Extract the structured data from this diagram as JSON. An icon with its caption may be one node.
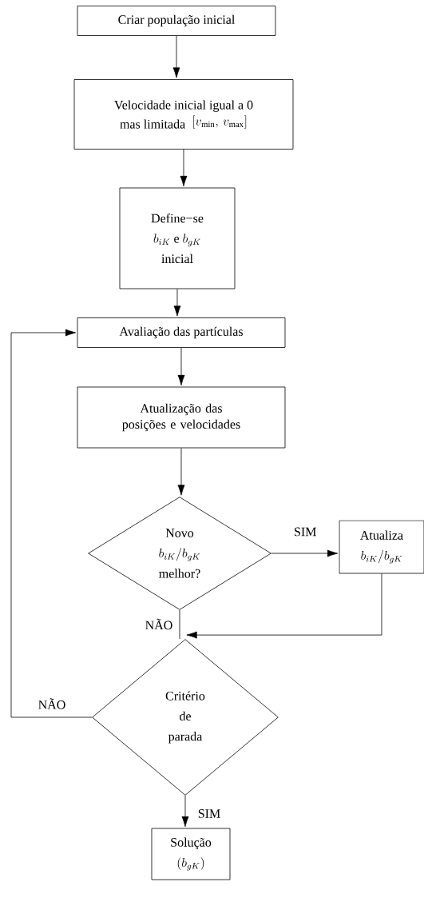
{
  "diagram": {
    "nodes": [
      {
        "text": [
          "Criar população inicial"
        ]
      },
      {
        "text": [
          "Velocidade inicial igual a 0",
          "mas limitada",
          "[v_{\\min},\\, v_{\\max}]"
        ]
      },
      {
        "text": [
          "Define−se",
          "b_{iK}\\ \\mathrm{e}\\ b_{gK}",
          "inicial"
        ]
      },
      {
        "text": [
          "Avaliação das partículas"
        ]
      },
      {
        "text": [
          "Atualização das posições e velocidades"
        ]
      },
      {
        "text": [
          "Novo",
          "b_{iK}/b_{gK}",
          "melhor?"
        ]
      },
      {
        "text": [
          "Atualiza",
          "b_{iK}/b_{gK}"
        ]
      },
      {
        "text": [
          "Critério",
          "de",
          "parada"
        ]
      },
      {
        "text": [
          "Solução",
          "(b_{gK})"
        ]
      }
    ],
    "edges": [
      {
        "from": 0,
        "to": 1,
        "arrow": "to"
      },
      {
        "from": 1,
        "to": 2,
        "arrow": "to"
      },
      {
        "from": 2,
        "to": 3,
        "arrow": "to"
      },
      {
        "from": 3,
        "to": 4,
        "arrow": "to"
      },
      {
        "from": 4,
        "to": 5,
        "arrow": "to"
      },
      {
        "from": 5,
        "to": 6,
        "arrow": "to",
        "label": "SIM"
      },
      {
        "from": 5,
        "to": 7,
        "arrow": "none",
        "label": "NÃO"
      },
      {
        "from": 6,
        "to": 7,
        "arrow": "to"
      },
      {
        "from": 7,
        "to": 3,
        "arrow": "to",
        "label": "NÃO"
      },
      {
        "from": 7,
        "to": 8,
        "arrow": "to",
        "label": "SIM"
      }
    ]
  }
}
